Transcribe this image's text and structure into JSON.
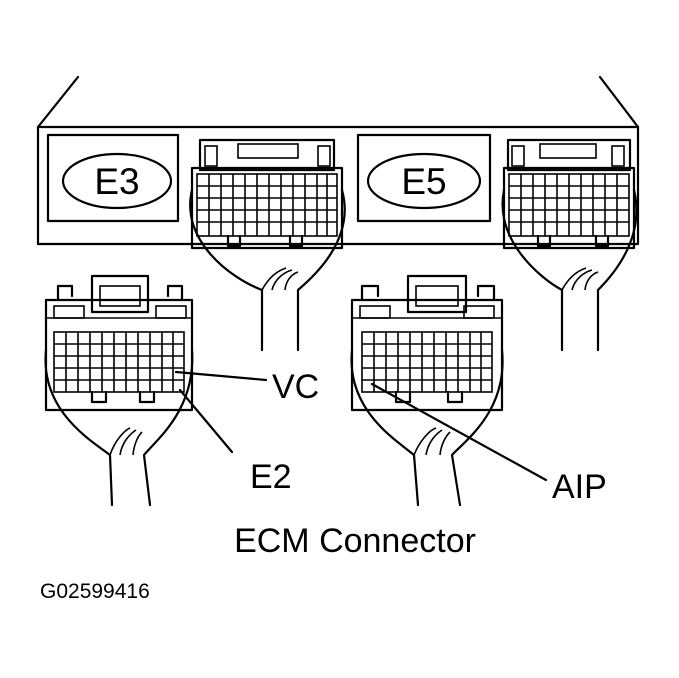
{
  "diagram": {
    "ecu_labels": {
      "e3": "E3",
      "e5": "E5"
    },
    "callouts": {
      "vc": "VC",
      "e2": "E2",
      "aip": "AIP"
    },
    "caption": "ECM Connector",
    "figure_code": "G02599416"
  }
}
